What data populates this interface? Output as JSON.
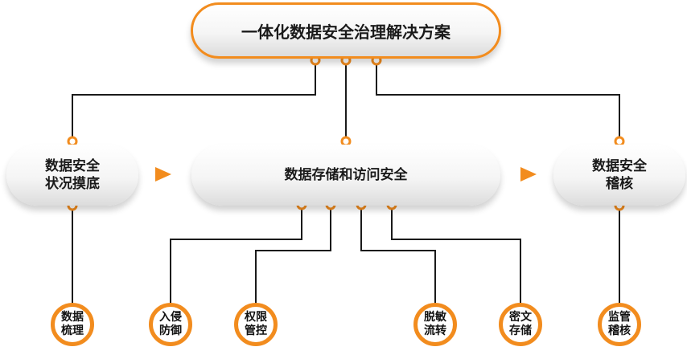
{
  "accent": "#f28c1e",
  "title": "一体化数据安全治理解决方案",
  "stages": {
    "left": "数据安全\n状况摸底",
    "center": "数据存储和访问安全",
    "right": "数据安全\n稽核"
  },
  "leaves": {
    "sort": "数据\n梳理",
    "intrusion": "入侵\n防御",
    "access": "权限\n管控",
    "desensitize": "脱敏\n流转",
    "encrypt": "密文\n存储",
    "audit": "监管\n稽核"
  }
}
